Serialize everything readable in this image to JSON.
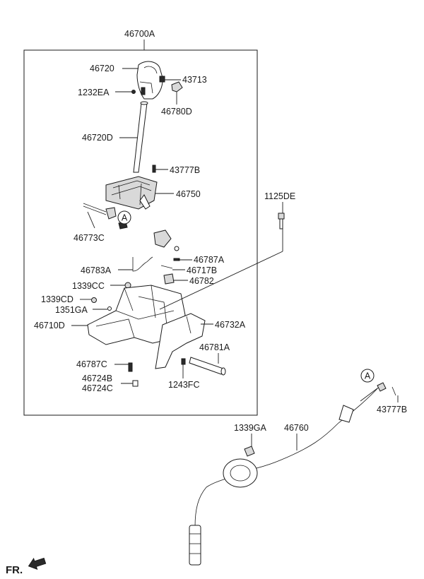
{
  "parts": {
    "p46700A": "46700A",
    "p46720": "46720",
    "p43713": "43713",
    "p1232EA": "1232EA",
    "p46780D": "46780D",
    "p46720D": "46720D",
    "p43777B_top": "43777B",
    "p46750": "46750",
    "p1125DE": "1125DE",
    "p46773C": "46773C",
    "p46787A": "46787A",
    "p46783A": "46783A",
    "p46717B": "46717B",
    "p46782": "46782",
    "p1339CC": "1339CC",
    "p1339CD": "1339CD",
    "p1351GA": "1351GA",
    "p46710D": "46710D",
    "p46732A": "46732A",
    "p46781A": "46781A",
    "p46787C": "46787C",
    "p46724B": "46724B",
    "p46724C": "46724C",
    "p1243FC": "1243FC",
    "p43777B_bottom": "43777B",
    "p1339GA": "1339GA",
    "p46760": "46760"
  },
  "callouts": {
    "a_upper": "A",
    "a_lower": "A"
  },
  "orientation": {
    "label": "FR."
  }
}
